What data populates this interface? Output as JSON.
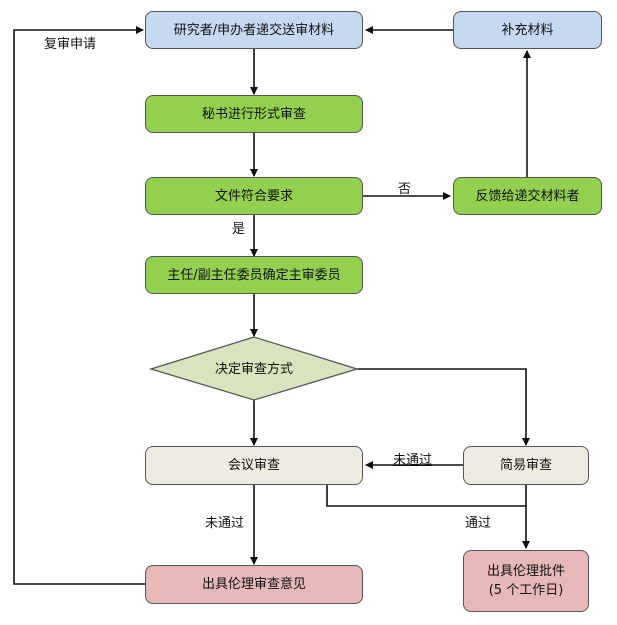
{
  "diagram": {
    "nodes": {
      "submit": "研究者/申办者递交送审材料",
      "supplement": "补充材料",
      "formal_review": "秘书进行形式审查",
      "meets_requirements": "文件符合要求",
      "feedback": "反馈给递交材料者",
      "assign_reviewer": "主任/副主任委员确定主审委员",
      "decide_method": "决定审查方式",
      "meeting_review": "会议审查",
      "expedited_review": "简易审查",
      "issue_opinion": "出具伦理审查意见",
      "issue_approval_line1": "出具伦理批件",
      "issue_approval_line2": "(5 个工作日)"
    },
    "edge_labels": {
      "reapply": "复审申请",
      "no": "否",
      "yes": "是",
      "not_passed_expedited": "未通过",
      "not_passed_meeting": "未通过",
      "passed": "通过"
    },
    "colors": {
      "blue": "#c6d9f1",
      "green": "#92d050",
      "diamond": "#d7e4bd",
      "beige": "#eeece1",
      "pink": "#e6b9b8",
      "line": "#111111"
    }
  }
}
